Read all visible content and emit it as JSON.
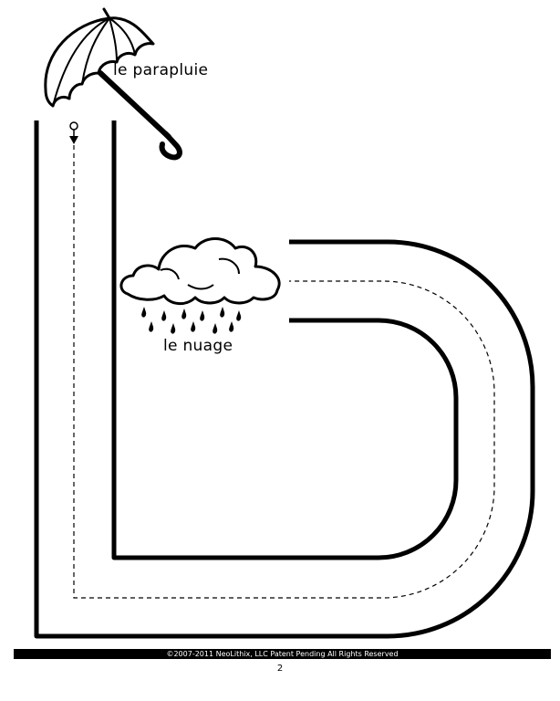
{
  "labels": {
    "umbrella": "le parapluie",
    "cloud": "le nuage"
  },
  "footer": {
    "copyright": "©2007-2011  NeoLithix, LLC  Patent Pending  All Rights Reserved",
    "page_number": "2"
  },
  "icons": {
    "umbrella": "umbrella-icon",
    "cloud": "rain-cloud-icon",
    "start_marker": "start-arrow-icon"
  },
  "colors": {
    "ink": "#000000",
    "paper": "#ffffff"
  }
}
